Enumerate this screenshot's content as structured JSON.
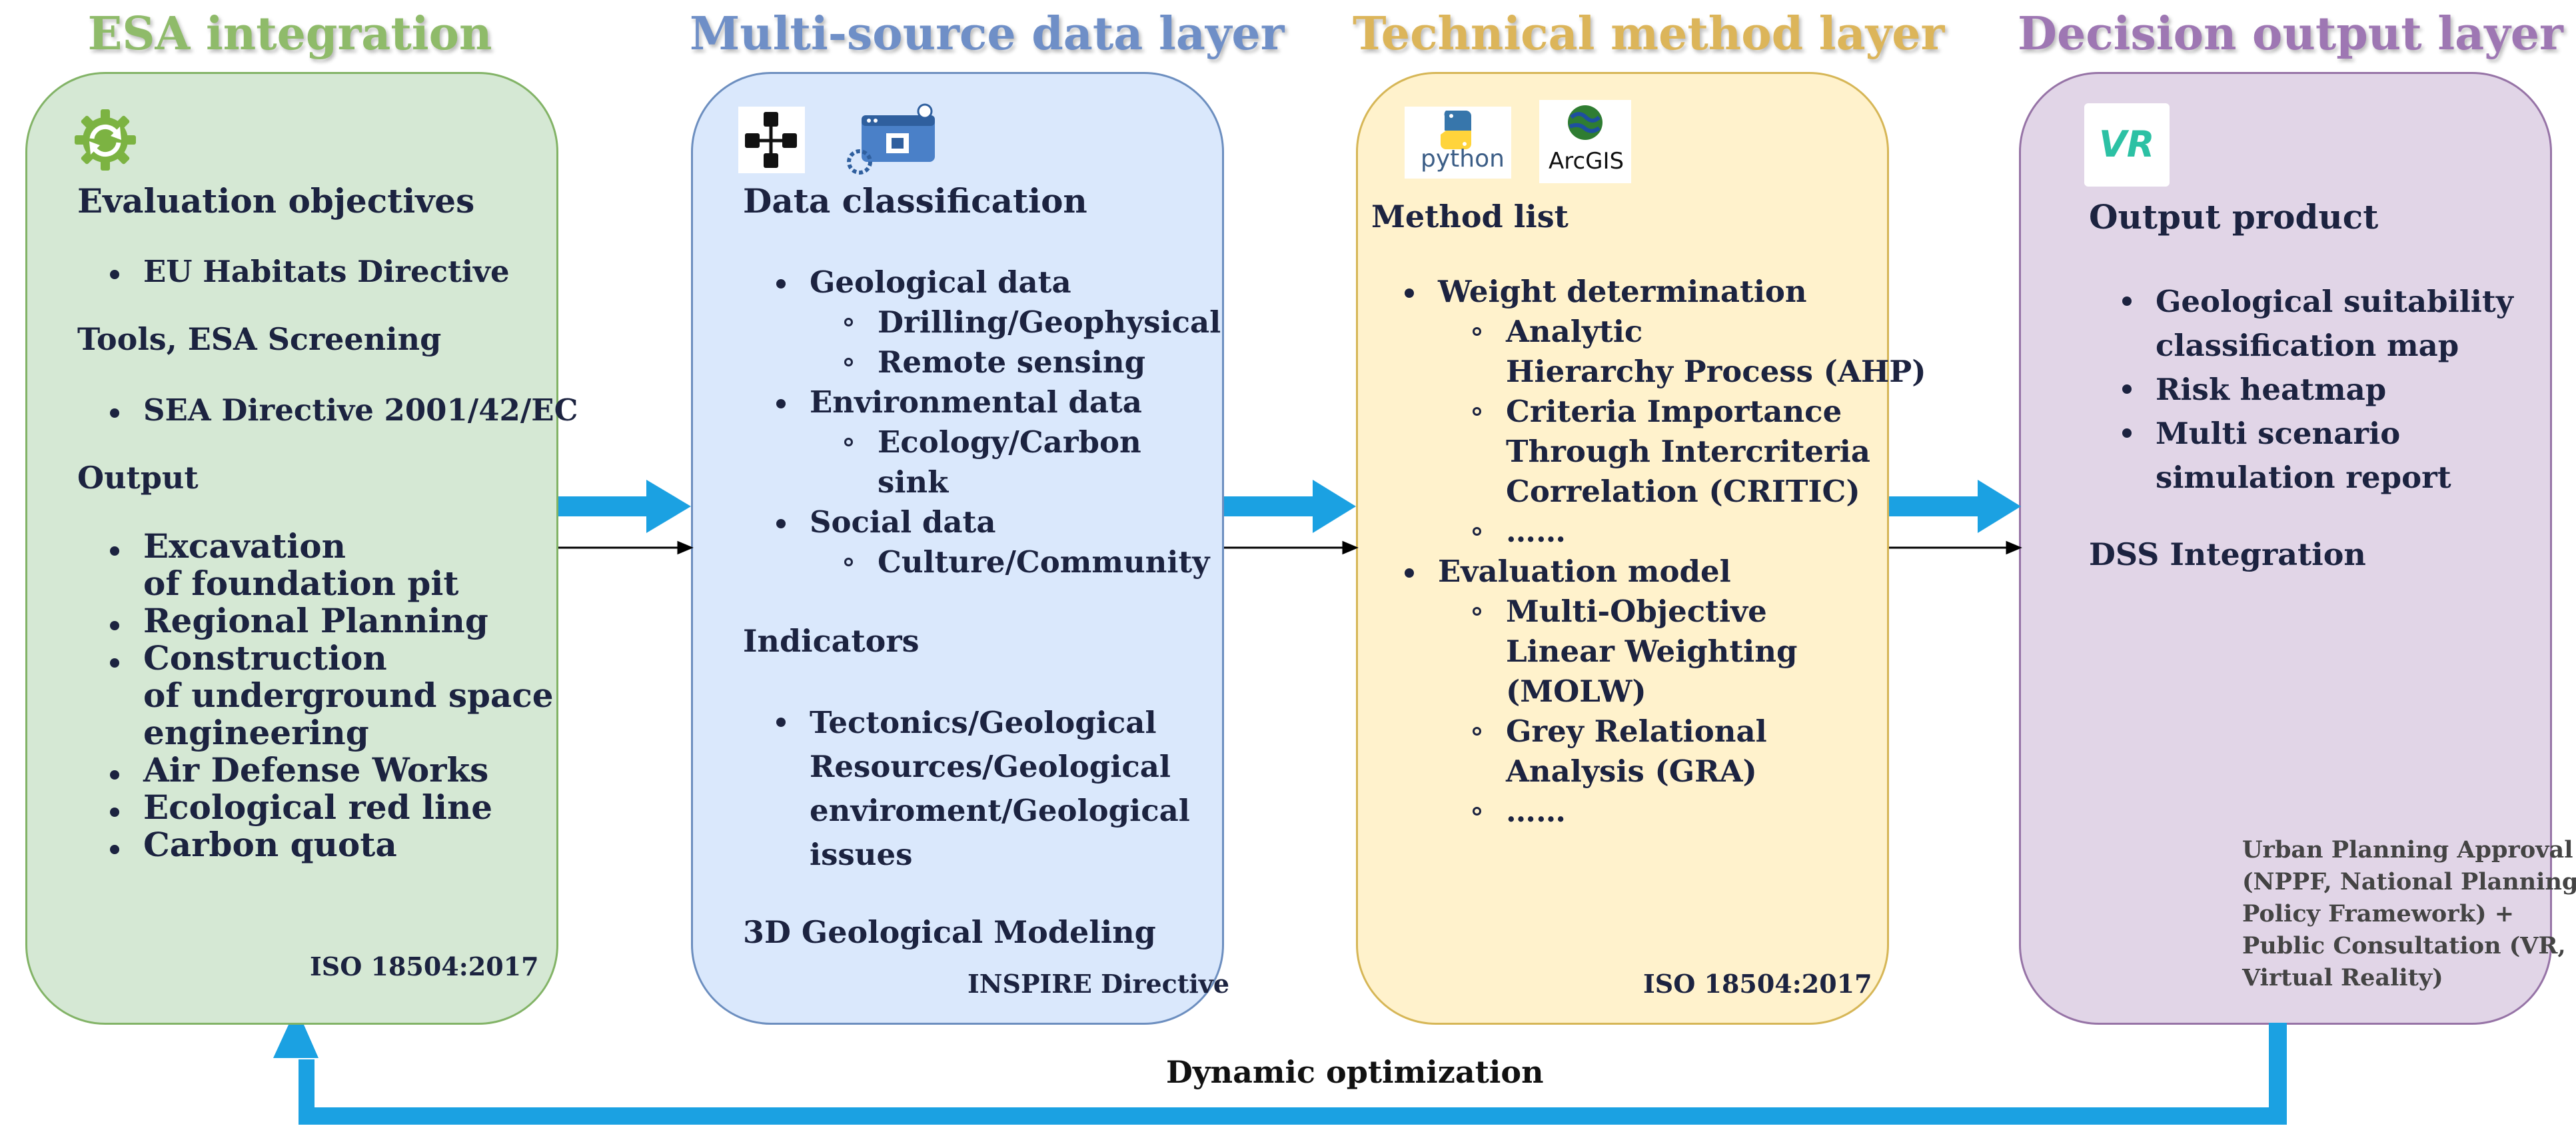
{
  "titles": {
    "esa": "ESA integration",
    "data": "Multi-source data layer",
    "method": "Technical method layer",
    "decision": "Decision output layer"
  },
  "colors": {
    "esa_title": "#8fbb6a",
    "esa_fill": "#d5e8d4",
    "esa_border": "#82b366",
    "data_title": "#6f8fc7",
    "data_fill": "#dae8fc",
    "data_border": "#6c8ebf",
    "method_title": "#dcb55a",
    "method_fill": "#fff2cc",
    "method_border": "#d6b656",
    "decision_title": "#9e77b3",
    "decision_fill": "#e1d5e7",
    "decision_border": "#9673a6",
    "arrow": "#1ba1e2"
  },
  "esa": {
    "heading1": "Evaluation objectives",
    "list1": [
      "EU Habitats Directive"
    ],
    "heading2": "Tools, ESA Screening",
    "list2": [
      "SEA Directive 2001/42/EC"
    ],
    "heading3": "Output",
    "outputs": [
      [
        "Excavation",
        "of foundation pit"
      ],
      [
        "Regional Planning"
      ],
      [
        "Construction",
        "of underground space",
        "engineering"
      ],
      [
        "Air Defense Works"
      ],
      [
        "Ecological red line"
      ],
      [
        "Carbon quota"
      ]
    ],
    "footer": "ISO 18504:2017"
  },
  "data": {
    "heading": "Data classification",
    "categories": [
      {
        "name": "Geological data",
        "subs": [
          [
            "Drilling/Geophysical"
          ],
          [
            "Remote sensing"
          ]
        ]
      },
      {
        "name": "Environmental data",
        "subs": [
          [
            "Ecology/Carbon",
            "sink"
          ]
        ]
      },
      {
        "name": "Social data",
        "subs": [
          [
            "Culture/Community"
          ]
        ]
      }
    ],
    "indicators_heading": "Indicators",
    "indicators": [
      "Tectonics/Geological",
      "Resources/Geological",
      "enviroment/Geological",
      "issues"
    ],
    "modeling": "3D Geological Modeling",
    "footer": "INSPIRE Directive"
  },
  "method": {
    "heading": "Method list",
    "groups": [
      {
        "name": "Weight determination",
        "subs": [
          [
            "Analytic",
            "Hierarchy Process (AHP)"
          ],
          [
            "Criteria Importance",
            "Through Intercriteria",
            "Correlation (CRITIC)"
          ],
          [
            "……"
          ]
        ]
      },
      {
        "name": "Evaluation model",
        "subs": [
          [
            " Multi-Objective",
            "Linear Weighting",
            "(MOLW)"
          ],
          [
            "Grey Relational",
            "Analysis (GRA)"
          ],
          [
            "……"
          ]
        ]
      }
    ],
    "footer": "ISO 18504:2017",
    "logo_python": "python",
    "logo_arcgis": "ArcGIS"
  },
  "decision": {
    "heading": "Output product",
    "products": [
      [
        "Geological suitability",
        "classification map"
      ],
      [
        "Risk heatmap"
      ],
      [
        "Multi scenario",
        "simulation report"
      ]
    ],
    "dss": "DSS Integration",
    "note": [
      "Urban Planning Approval",
      "(NPPF, National Planning",
      "Policy Framework) +",
      "Public Consultation (VR,",
      "Virtual Reality)"
    ],
    "logo_vr": "VR"
  },
  "feedback_label": "Dynamic optimization"
}
